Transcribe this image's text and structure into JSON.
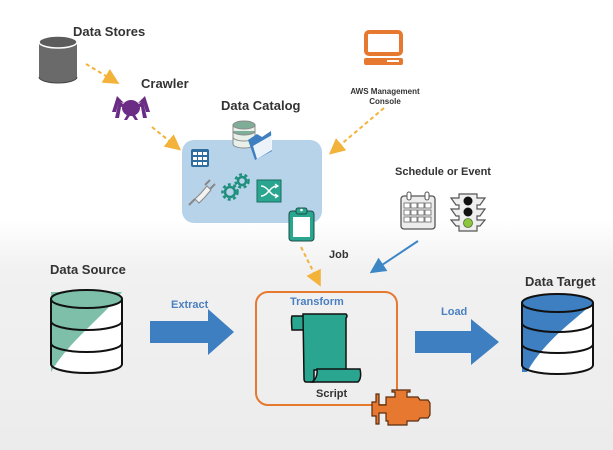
{
  "title": "AWS Glue ETL Architecture",
  "colors": {
    "accent_orange": "#e6782f",
    "accent_teal": "#2aa58f",
    "accent_blue": "#3d7fc1",
    "crawler_purple": "#6b2c86",
    "catalog_bg": "#b7d3ea",
    "dashed_arrow": "#f3b23a"
  },
  "nodes": {
    "data_stores": {
      "label": "Data Stores",
      "icon": "database-icon"
    },
    "crawler": {
      "label": "Crawler",
      "icon": "spider-icon"
    },
    "data_catalog": {
      "label": "Data Catalog",
      "icons": [
        "database-folder-icon",
        "table-grid-icon",
        "plug-icon",
        "gears-icon",
        "shuffle-icon",
        "clipboard-icon"
      ]
    },
    "console": {
      "label_line1": "AWS Management",
      "label_line2": "Console",
      "icon": "monitor-icon"
    },
    "schedule": {
      "label": "Schedule or Event",
      "icons": [
        "calendar-icon",
        "traffic-light-icon"
      ]
    },
    "job": {
      "label": "Job"
    },
    "data_source": {
      "label": "Data Source",
      "icon": "database-icon"
    },
    "transform": {
      "label": "Transform",
      "script_label": "Script",
      "icons": [
        "script-scroll-icon",
        "engine-icon"
      ]
    },
    "data_target": {
      "label": "Data Target",
      "icon": "database-icon"
    }
  },
  "edges": {
    "extract": {
      "label": "Extract"
    },
    "load": {
      "label": "Load"
    }
  }
}
